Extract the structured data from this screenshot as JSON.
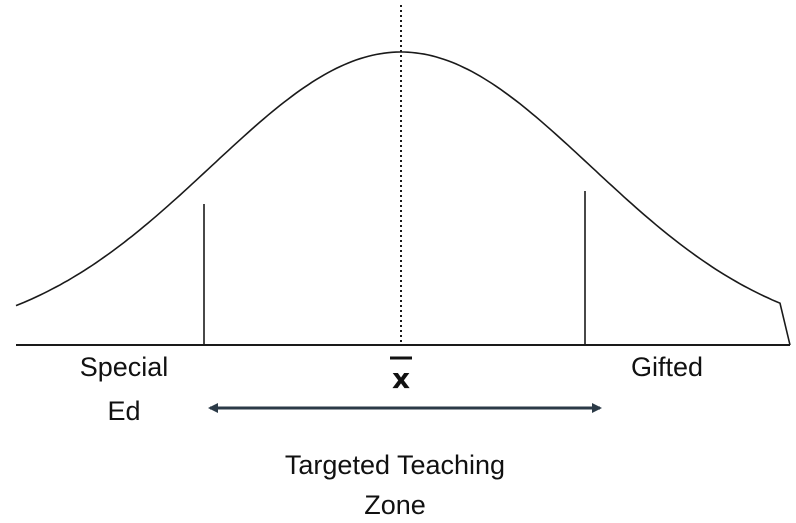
{
  "labels": {
    "left_group_line1": "Special",
    "left_group_line2": "Ed",
    "mean_symbol": "x",
    "right_group": "Gifted",
    "zone_line1": "Targeted Teaching",
    "zone_line2": "Zone"
  },
  "colors": {
    "curve": "#1a1a1a",
    "arrow": "#2b3a47",
    "text": "#111111"
  }
}
